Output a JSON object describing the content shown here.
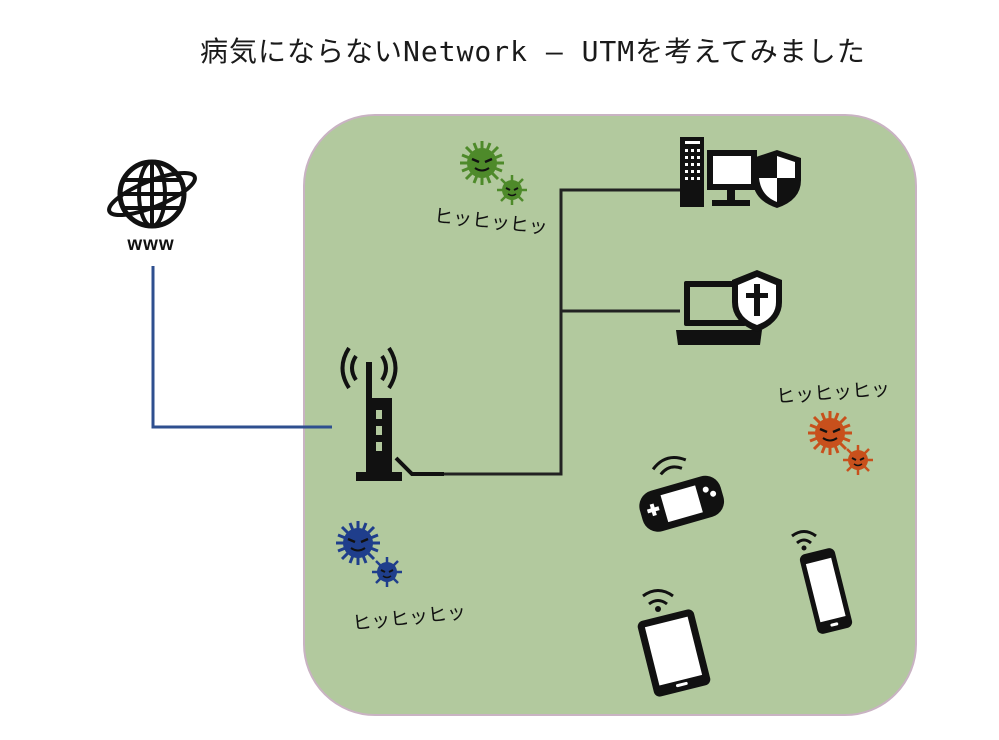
{
  "title": "病気にならないNetwork – UTMを考えてみました",
  "internet": {
    "label": "www"
  },
  "virus_laugh": {
    "green": "ヒッヒッヒッ",
    "orange": "ヒッヒッヒッ",
    "blue": "ヒッヒッヒッ"
  },
  "colors": {
    "lan_background": "#b2c99e",
    "uplink_line": "#2e4f8f",
    "virus_green": "#4e8a2a",
    "virus_orange": "#c8501c",
    "virus_blue": "#1f3e8c"
  }
}
